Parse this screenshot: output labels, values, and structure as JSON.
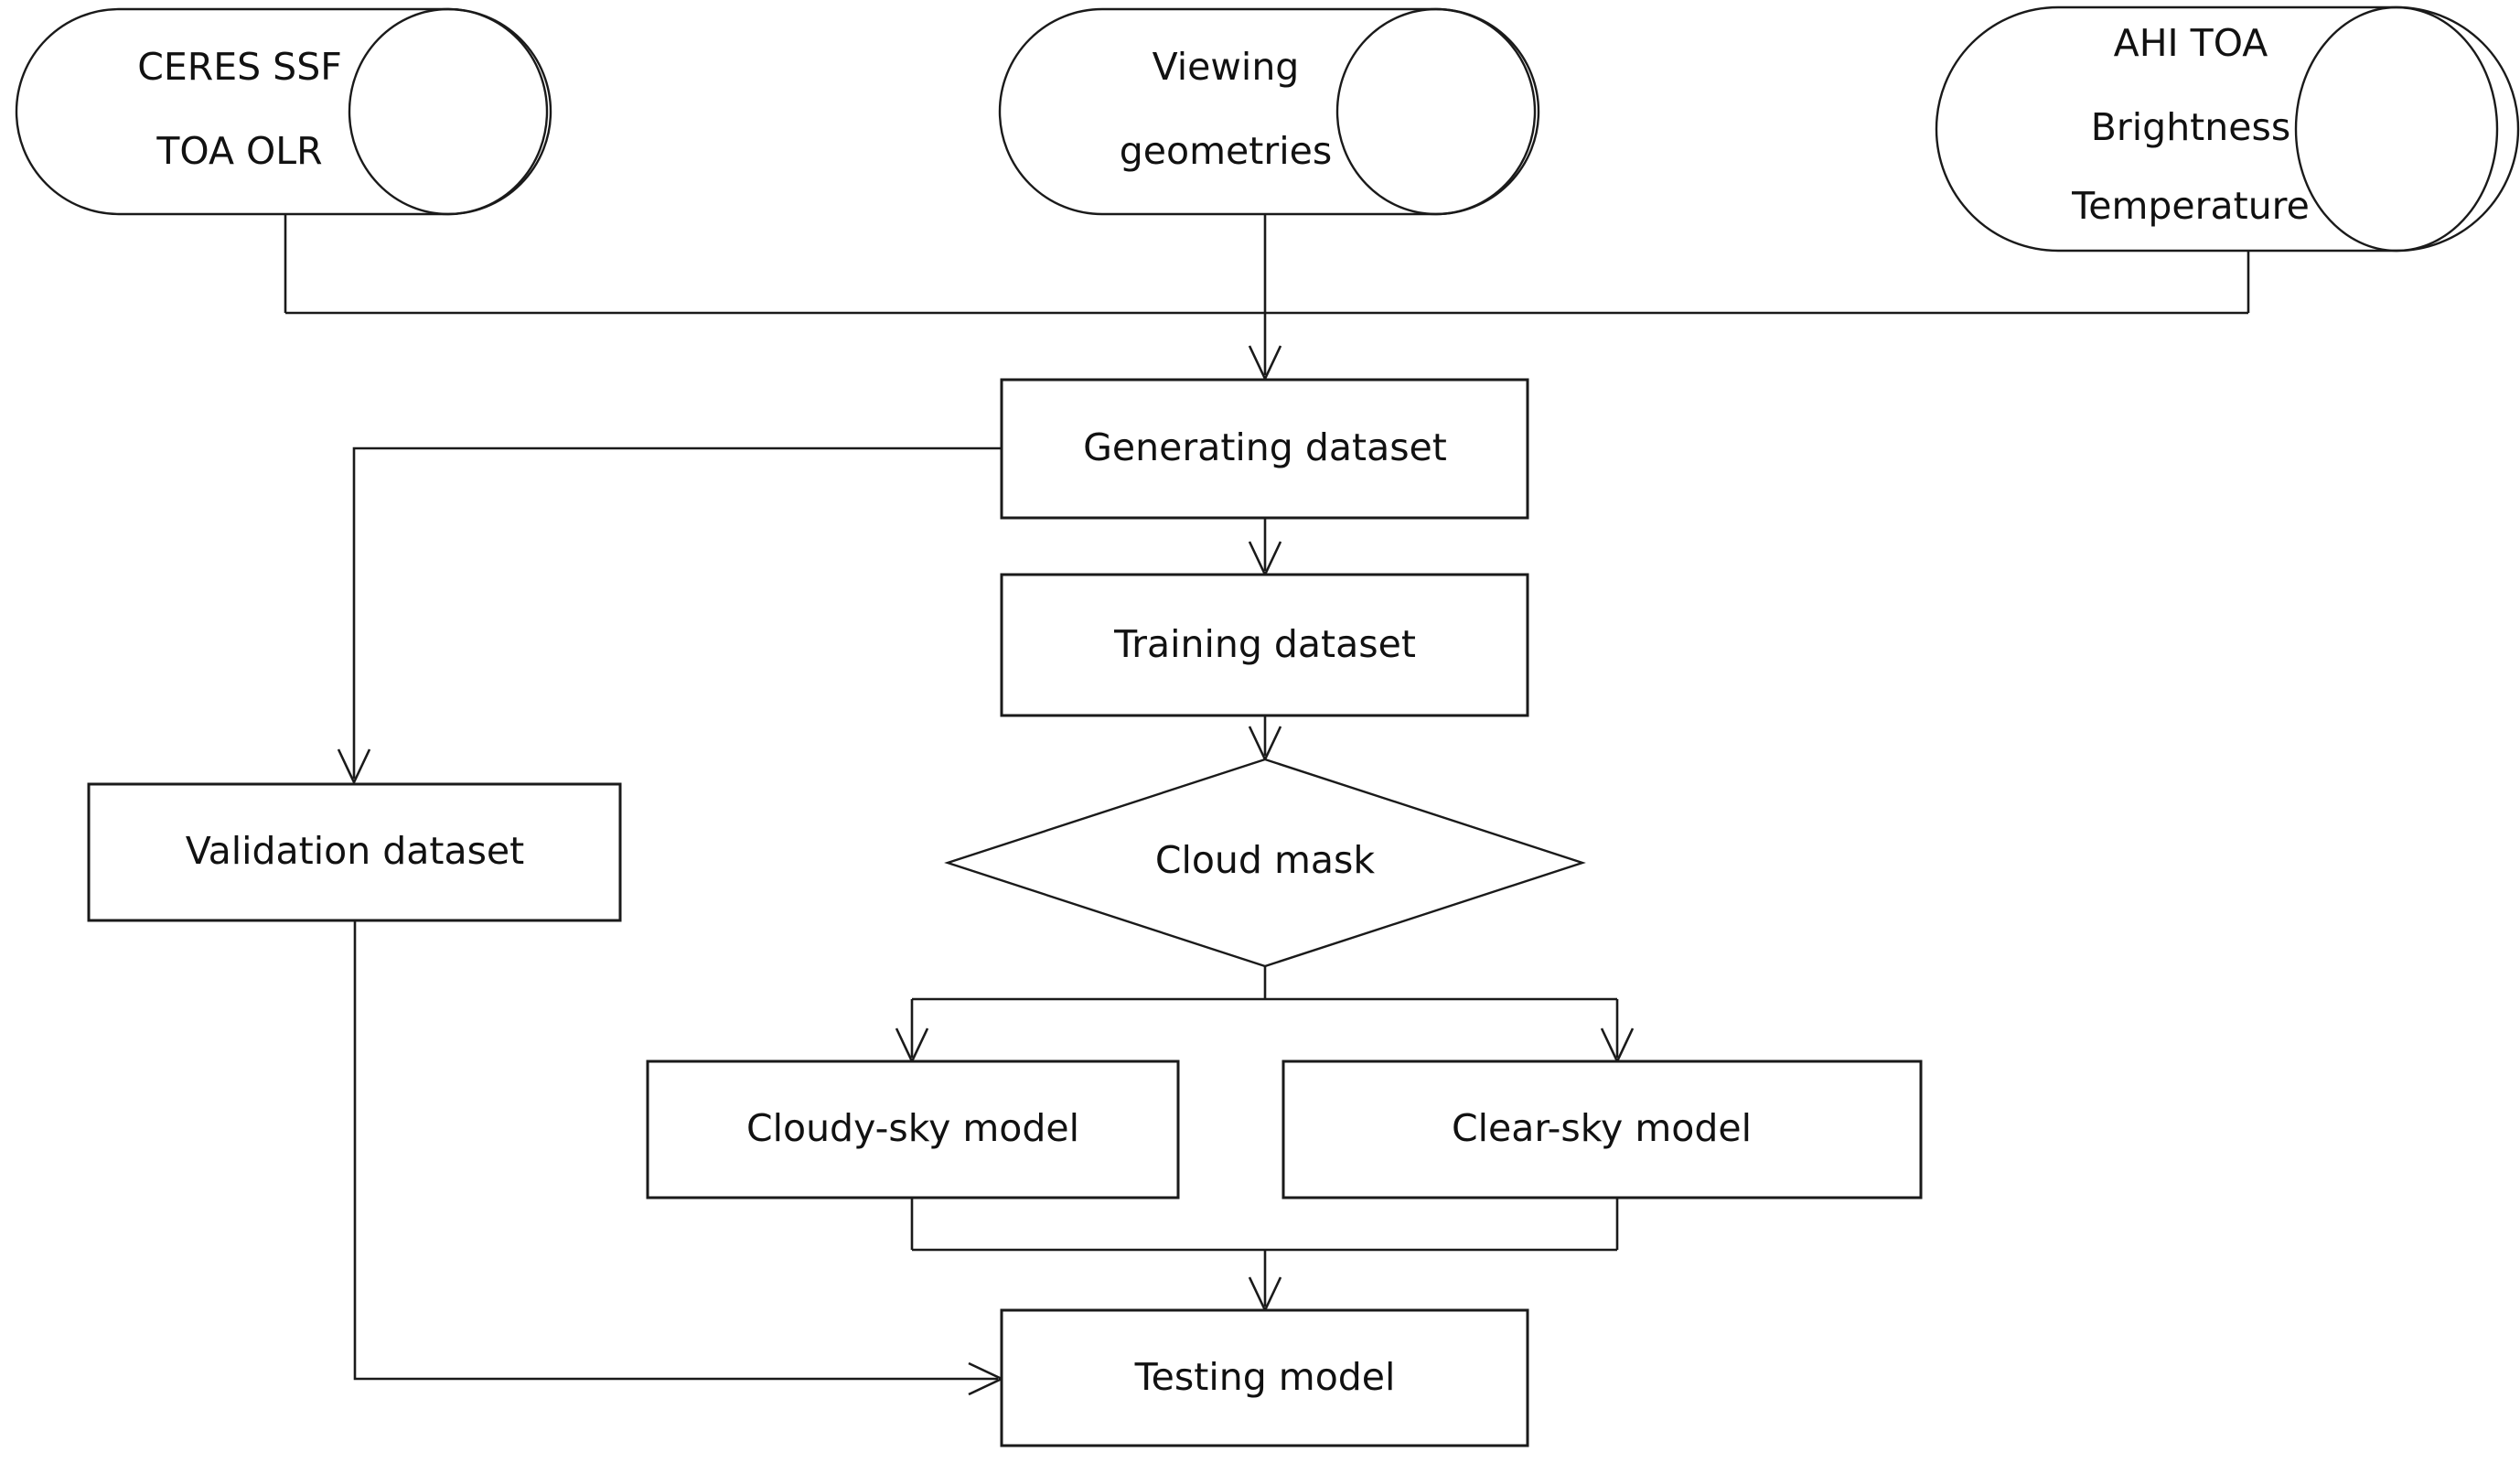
{
  "diagram": {
    "title": "Model training and testing workflow flowchart",
    "background_color": "#ffffff",
    "line_color": "#1a1a1a",
    "text_color": "#111111",
    "nodes": {
      "ceres": {
        "shape": "cylinder",
        "line1": "CERES SSF",
        "line2": "TOA OLR"
      },
      "viewing": {
        "shape": "cylinder",
        "line1": "Viewing",
        "line2": "geometries"
      },
      "ahi": {
        "shape": "cylinder",
        "line1": "AHI TOA",
        "line2": "Brightness",
        "line3": "Temperature"
      },
      "generating": {
        "shape": "process",
        "label": "Generating dataset"
      },
      "training": {
        "shape": "process",
        "label": "Training dataset"
      },
      "cloudmask": {
        "shape": "decision",
        "label": "Cloud mask"
      },
      "validation": {
        "shape": "process",
        "label": "Validation dataset"
      },
      "cloudy": {
        "shape": "process",
        "label": "Cloudy-sky model"
      },
      "clear": {
        "shape": "process",
        "label": "Clear-sky model"
      },
      "testing": {
        "shape": "process",
        "label": "Testing model"
      }
    },
    "edges": [
      {
        "from": "ceres",
        "to": "generating",
        "style": "elbow-merge"
      },
      {
        "from": "viewing",
        "to": "generating",
        "style": "straight-down"
      },
      {
        "from": "ahi",
        "to": "generating",
        "style": "elbow-merge"
      },
      {
        "from": "generating",
        "to": "training",
        "style": "straight-down"
      },
      {
        "from": "generating",
        "to": "validation",
        "style": "elbow-left-down"
      },
      {
        "from": "training",
        "to": "cloudmask",
        "style": "straight-down"
      },
      {
        "from": "cloudmask",
        "to": "cloudy",
        "style": "split-left"
      },
      {
        "from": "cloudmask",
        "to": "clear",
        "style": "split-right"
      },
      {
        "from": "cloudy",
        "to": "testing",
        "style": "merge-down"
      },
      {
        "from": "clear",
        "to": "testing",
        "style": "merge-down"
      },
      {
        "from": "validation",
        "to": "testing",
        "style": "elbow-down-right"
      }
    ]
  }
}
